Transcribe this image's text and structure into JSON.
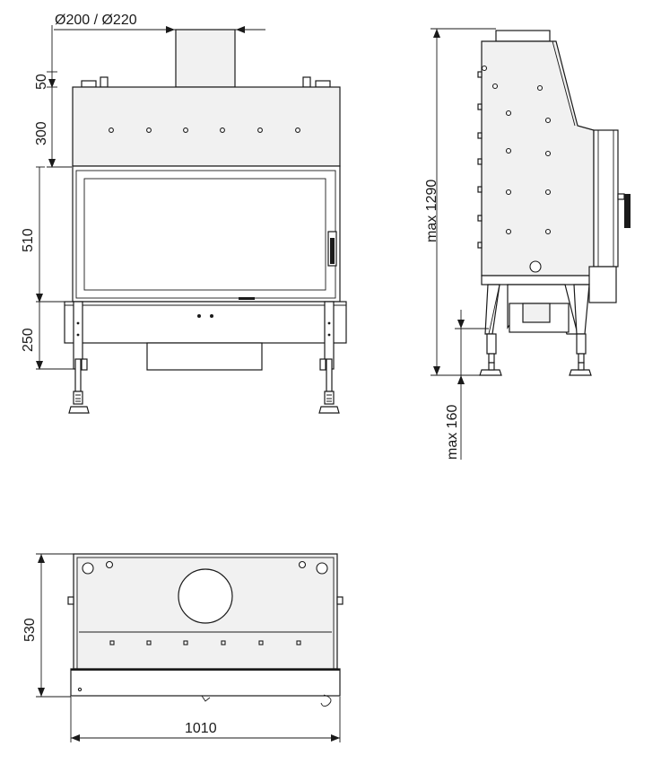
{
  "drawing": {
    "front": {
      "flue_label": "Ø200 / Ø220",
      "dim_50": "50",
      "dim_300": "300",
      "dim_510": "510",
      "dim_250": "250"
    },
    "side": {
      "dim_max_1290": "max 1290",
      "dim_max_160": "max 160"
    },
    "top": {
      "dim_530": "530",
      "dim_1010": "1010"
    }
  }
}
